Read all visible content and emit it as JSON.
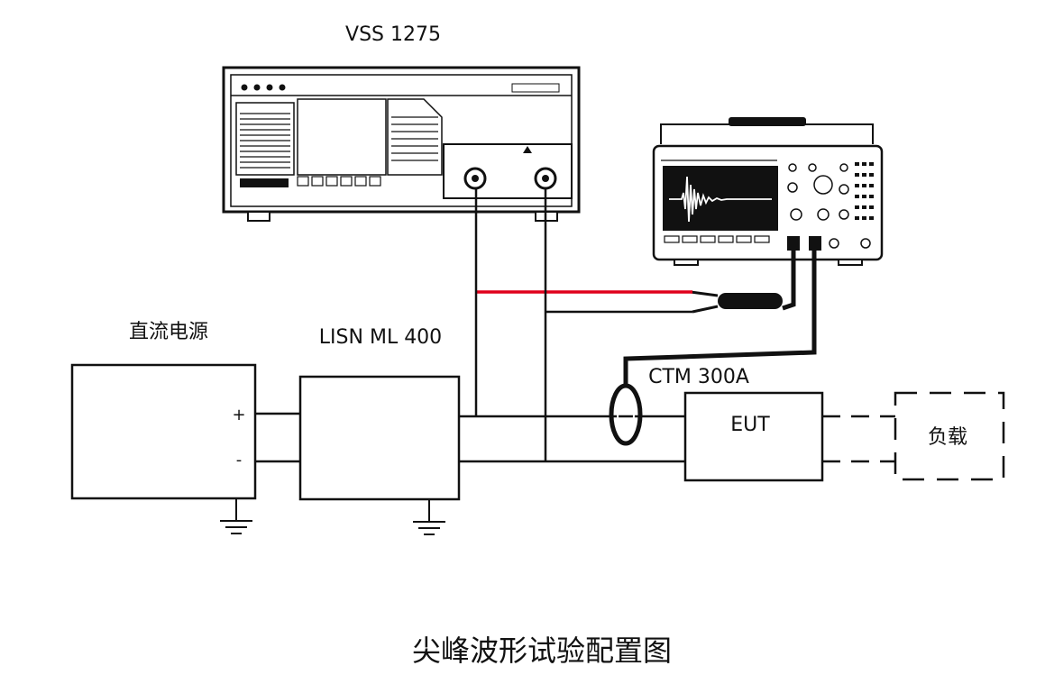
{
  "labels": {
    "generator": "VSS 1275",
    "dc_supply": "直流电源",
    "lisn": "LISN ML 400",
    "current_probe": "CTM 300A",
    "eut": "EUT",
    "load": "负载",
    "plus": "+",
    "minus": "-"
  },
  "caption": "尖峰波形试验配置图",
  "colors": {
    "line": "#111111",
    "red_lead": "#e0001b"
  }
}
